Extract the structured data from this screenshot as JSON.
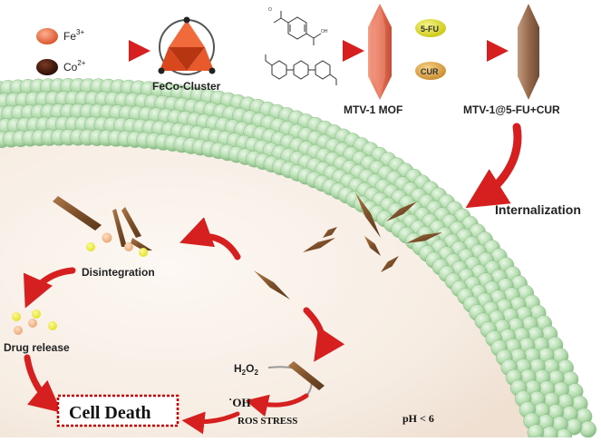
{
  "synthesis": {
    "fe_label": "Fe",
    "fe_charge": "3+",
    "co_label": "Co",
    "co_charge": "2+",
    "cluster_label": "FeCo-Cluster",
    "mof_label": "MTV-1 MOF",
    "drug1": "5-FU",
    "drug2": "CUR",
    "loaded_label": "MTV-1@5-FU+CUR"
  },
  "cell": {
    "internalization": "Internalization",
    "disintegration": "Disintegration",
    "drug_release": "Drug release",
    "cell_death": "Cell Death",
    "h2o2_main": "H",
    "h2o2_sub1": "2",
    "h2o2_mid": "O",
    "h2o2_sub2": "2",
    "oh_radical": "˙OH",
    "ros_stress": "ROS STRESS",
    "ph": "pH < 6"
  },
  "colors": {
    "fe_particle": "#e8734d",
    "co_particle": "#4a2012",
    "mof_crystal": "#e8765e",
    "loaded_crystal": "#9c6d50",
    "rod": "#8a5a32",
    "arrow": "#d62020",
    "membrane": "#b7ddb3",
    "cluster": "#e04a25",
    "pill_5fu": "#e3e11c",
    "pill_cur": "#e0a640",
    "death_box": "#cc0000"
  }
}
